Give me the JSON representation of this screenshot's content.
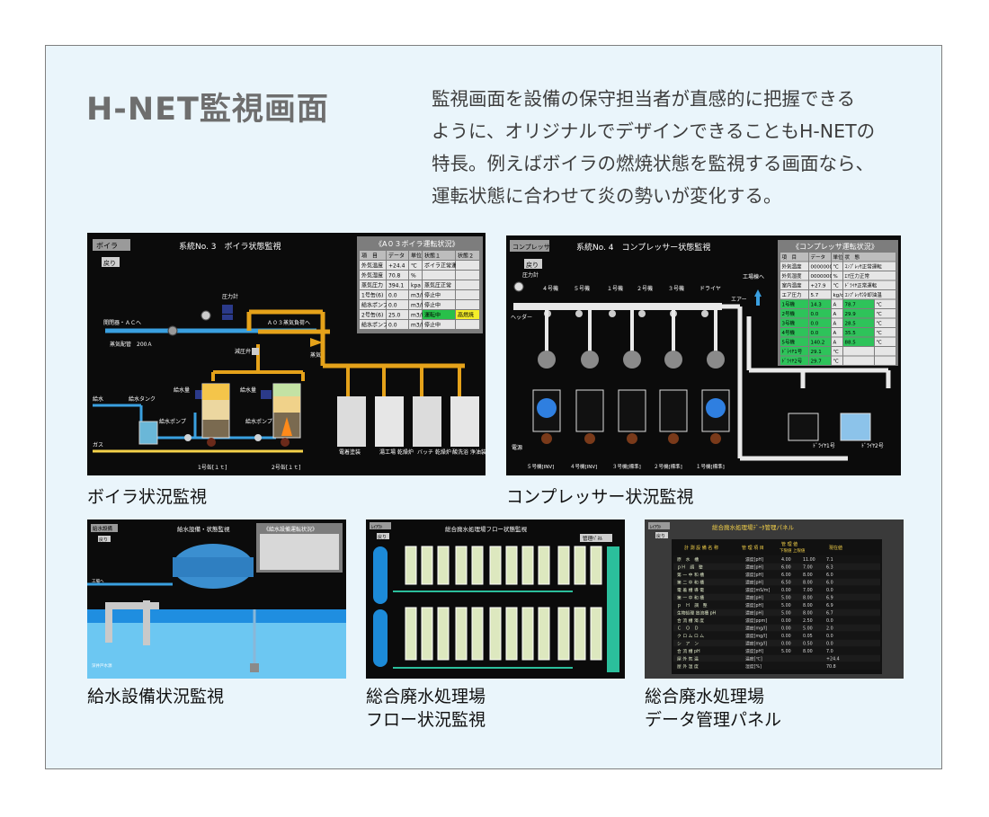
{
  "page": {
    "title": "H-NET監視画面",
    "intro_lines": [
      "監視画面を設備の保守担当者が直感的に把握できる",
      "ように、オリジナルでデザインできることもH-NETの",
      "特長。例えばボイラの燃焼状態を監視する画面なら、",
      "運転状態に合わせて炎の勢いが変化する。"
    ]
  },
  "screens": {
    "boiler": {
      "caption": "ボイラ状況監視",
      "tab": "ボイラ",
      "back": "戻り",
      "heading": "系統No. 3　ボイラ状態監視",
      "table_title": "《A０３ボイラ運転状況》",
      "table_header": [
        "項　目",
        "データ",
        "単位",
        "状態１",
        "状態２"
      ],
      "table_rows": [
        [
          "外気温度",
          "+24.4",
          "℃",
          "ボイラ正常運転",
          ""
        ],
        [
          "外気湿度",
          "70.8",
          "%",
          "",
          ""
        ],
        [
          "蒸気圧力",
          "394.1",
          "kpa",
          "蒸気圧正常",
          ""
        ],
        [
          "1号缶(6)",
          "0.0",
          "m3/h",
          "停止中",
          ""
        ],
        [
          "給水ポンプ",
          "0.0",
          "m3/h",
          "停止中",
          ""
        ],
        [
          "2号缶(6)",
          "25.0",
          "m3/h",
          "運転中",
          "高燃焼"
        ],
        [
          "給水ポンプ",
          "0.0",
          "m3/h",
          "停止中",
          ""
        ]
      ],
      "labels": {
        "pressure_gauge": "圧力計",
        "to_closer": "開閉器・ＡＣへ",
        "steam_header": "蒸気配管　200Ａ",
        "steam_load": "Ａ０３蒸気負荷へ",
        "reducing_valve": "減圧弁",
        "steam": "蒸気",
        "supply_water": "給水",
        "water_tank": "給水タンク",
        "feed_amount_1": "給水量",
        "feed_amount_2": "給水量",
        "feed_pump_1": "給水ポンプ",
        "feed_pump_2": "給水ポンプ",
        "gas": "ガス",
        "boiler_1": "1号缶[１ｔ]",
        "boiler_2": "2号缶[１ｔ]",
        "load_1": "電着塗装",
        "load_2": "湯工場\n乾燥炉",
        "load_3": "バッチ\n乾燥炉",
        "load_4": "酸洗浴\n浄油装置"
      }
    },
    "compressor": {
      "caption": "コンプレッサー状況監視",
      "tab": "コンプレッサ",
      "back": "戻り",
      "heading": "系統No. 4　コンプレッサー状態監視",
      "table_title": "《コンプレッサ運転状況》",
      "table_header": [
        "項　目",
        "データ",
        "単位",
        "状　態"
      ],
      "table_rows": [
        [
          "外気温度",
          "0000000",
          "℃",
          "ｺﾝﾌﾟﾚｯｻ正常運転"
        ],
        [
          "外気湿度",
          "0000000",
          "%",
          "ｴｱ圧力正常"
        ],
        [
          "室内温度",
          "+27.9",
          "℃",
          "ﾄﾞﾗｲﾔ正常運転"
        ],
        [
          "エア圧力",
          "5.7",
          "kg/cm2",
          "ｺﾝﾌﾟﾚｯｻ冷却油温"
        ],
        [
          "1号機",
          "14.3",
          "A",
          "78.7",
          "℃"
        ],
        [
          "2号機",
          "0.0",
          "A",
          "29.9",
          "℃"
        ],
        [
          "3号機",
          "0.0",
          "A",
          "28.5",
          "℃"
        ],
        [
          "4号機",
          "0.0",
          "A",
          "35.5",
          "℃"
        ],
        [
          "5号機",
          "140.2",
          "A",
          "88.5",
          "℃"
        ],
        [
          "ﾄﾞﾗｲﾔ1号",
          "29.1",
          "℃",
          "",
          ""
        ],
        [
          "ﾄﾞﾗｲﾔ2号",
          "29.7",
          "℃",
          "",
          ""
        ]
      ],
      "labels": {
        "pressure_gauge": "圧力計",
        "header": "ヘッダー",
        "to_factory": "工場棟へ",
        "air": "エアー",
        "power": "電源",
        "dryer_1": "ﾄﾞﾗｲﾔ1号",
        "dryer_2": "ﾄﾞﾗｲﾔ2号"
      },
      "units_top": [
        "４号機",
        "５号機",
        "１号機",
        "２号機",
        "３号機",
        "ドライヤ"
      ],
      "units_bottom": [
        "５号機[INV]",
        "４号機[INV]",
        "３号機[標準]",
        "２号機[標準]",
        "１号機[標準]"
      ]
    },
    "water": {
      "caption": "給水設備状況監視",
      "tab": "給水設備",
      "back": "戻り",
      "heading": "給水設備・状態監視",
      "table_title": "《給水設備運転状況》",
      "labels": {
        "to_factory": "工場へ",
        "well_pump": "深井戸水源"
      }
    },
    "flow": {
      "caption_lines": [
        "総合廃水処理場",
        "フロー状況監視"
      ],
      "tab": "ﾚｲｱｳﾄ",
      "back": "戻り",
      "heading": "総合廃水処理場フロー状態監視",
      "button": "管理ﾊﾟﾈﾙ"
    },
    "panel": {
      "caption_lines": [
        "総合廃水処理場",
        "データ管理パネル"
      ],
      "tab": "ﾚｲｱｳﾄ",
      "back": "戻り",
      "heading": "総合廃水処理場ﾃﾞｰﾀ管理パネル",
      "col_headers": [
        "計 測 設 備 名 称",
        "管 理 項 目",
        "管 理 値\n下限値 上限値",
        "現在値"
      ],
      "rows": [
        [
          "原　水　槽",
          "濃度[pH]",
          "4.00",
          "11.00",
          "7.1"
        ],
        [
          "ｐＨ　調　整",
          "濃度[pH]",
          "6.00",
          "7.00",
          "6.3"
        ],
        [
          "第 一 中 和 槽",
          "濃度[pH]",
          "6.00",
          "8.00",
          "6.0"
        ],
        [
          "第 二 中 和 槽",
          "濃度[pH]",
          "6.50",
          "8.00",
          "6.0"
        ],
        [
          "電 着 槽 導 電",
          "濃度[mS/m]",
          "0.00",
          "7.00",
          "0.0"
        ],
        [
          "第 一 中 和 槽",
          "濃度[pH]",
          "5.00",
          "8.00",
          "6.9"
        ],
        [
          "ｐ　Ｈ　調　整",
          "濃度[pH]",
          "5.00",
          "8.00",
          "6.9"
        ],
        [
          "生物処理 放流槽 pH",
          "濃度[pH]",
          "5.00",
          "8.00",
          "6.7"
        ],
        [
          "合 流 槽 濁 度",
          "濃度[ppm]",
          "0.00",
          "2.50",
          "0.0"
        ],
        [
          "Ｃ　Ｏ　Ｄ",
          "濃度[mg/l]",
          "0.00",
          "5.00",
          "2.0"
        ],
        [
          "ク ロ ム ロ ム",
          "濃度[mg/l]",
          "0.00",
          "0.05",
          "0.0"
        ],
        [
          "シ　ア　ン",
          "濃度[mg/l]",
          "0.00",
          "0.50",
          "0.0"
        ],
        [
          "合 流 槽 pH",
          "濃度[pH]",
          "5.00",
          "8.00",
          "7.0"
        ],
        [
          "屋 外 気 温",
          "温度[℃]",
          "",
          "",
          "+24.4"
        ],
        [
          "屋 外 湿 度",
          "湿度[%]",
          "",
          "",
          "70.8"
        ]
      ]
    }
  }
}
